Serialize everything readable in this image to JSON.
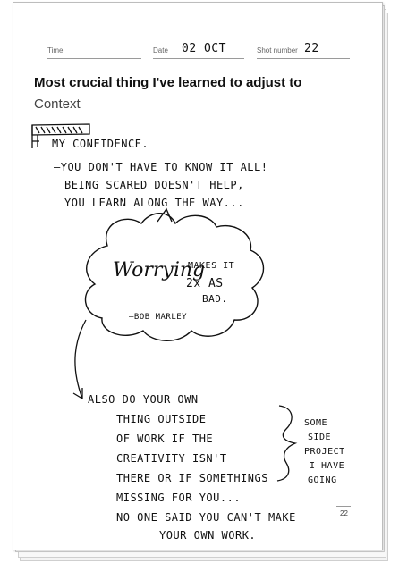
{
  "header": {
    "time_label": "Time",
    "time_value": "",
    "date_label": "Date",
    "date_value": "02 OCT",
    "shot_label": "Shot number",
    "shot_value": "22"
  },
  "title": "Most crucial thing I've learned to adjust to",
  "subtitle": "Context",
  "notes": {
    "confidence_heading": "MY CONFIDENCE.",
    "confidence_lines": [
      "—YOU DON'T HAVE TO KNOW IT ALL!",
      "BEING SCARED DOESN'T HELP,",
      "YOU LEARN ALONG THE WAY..."
    ],
    "cloud_word": "Worrying",
    "cloud_makes": "MAKES IT",
    "cloud_2x": "2x AS",
    "cloud_bad": "BAD.",
    "cloud_attribution": "—BOB MARLEY",
    "bottom_lines": [
      "ALSO DO YOUR OWN",
      "THING OUTSIDE",
      "OF WORK IF THE",
      "CREATIVITY ISN'T",
      "THERE OR IF SOMETHINGS",
      "MISSING FOR YOU...",
      "NO ONE SAID YOU CAN'T MAKE",
      "YOUR OWN WORK."
    ],
    "side_note_lines": [
      "SOME",
      "SIDE",
      "PROJECT",
      "I HAVE",
      "GOING"
    ]
  },
  "page_number": "22"
}
